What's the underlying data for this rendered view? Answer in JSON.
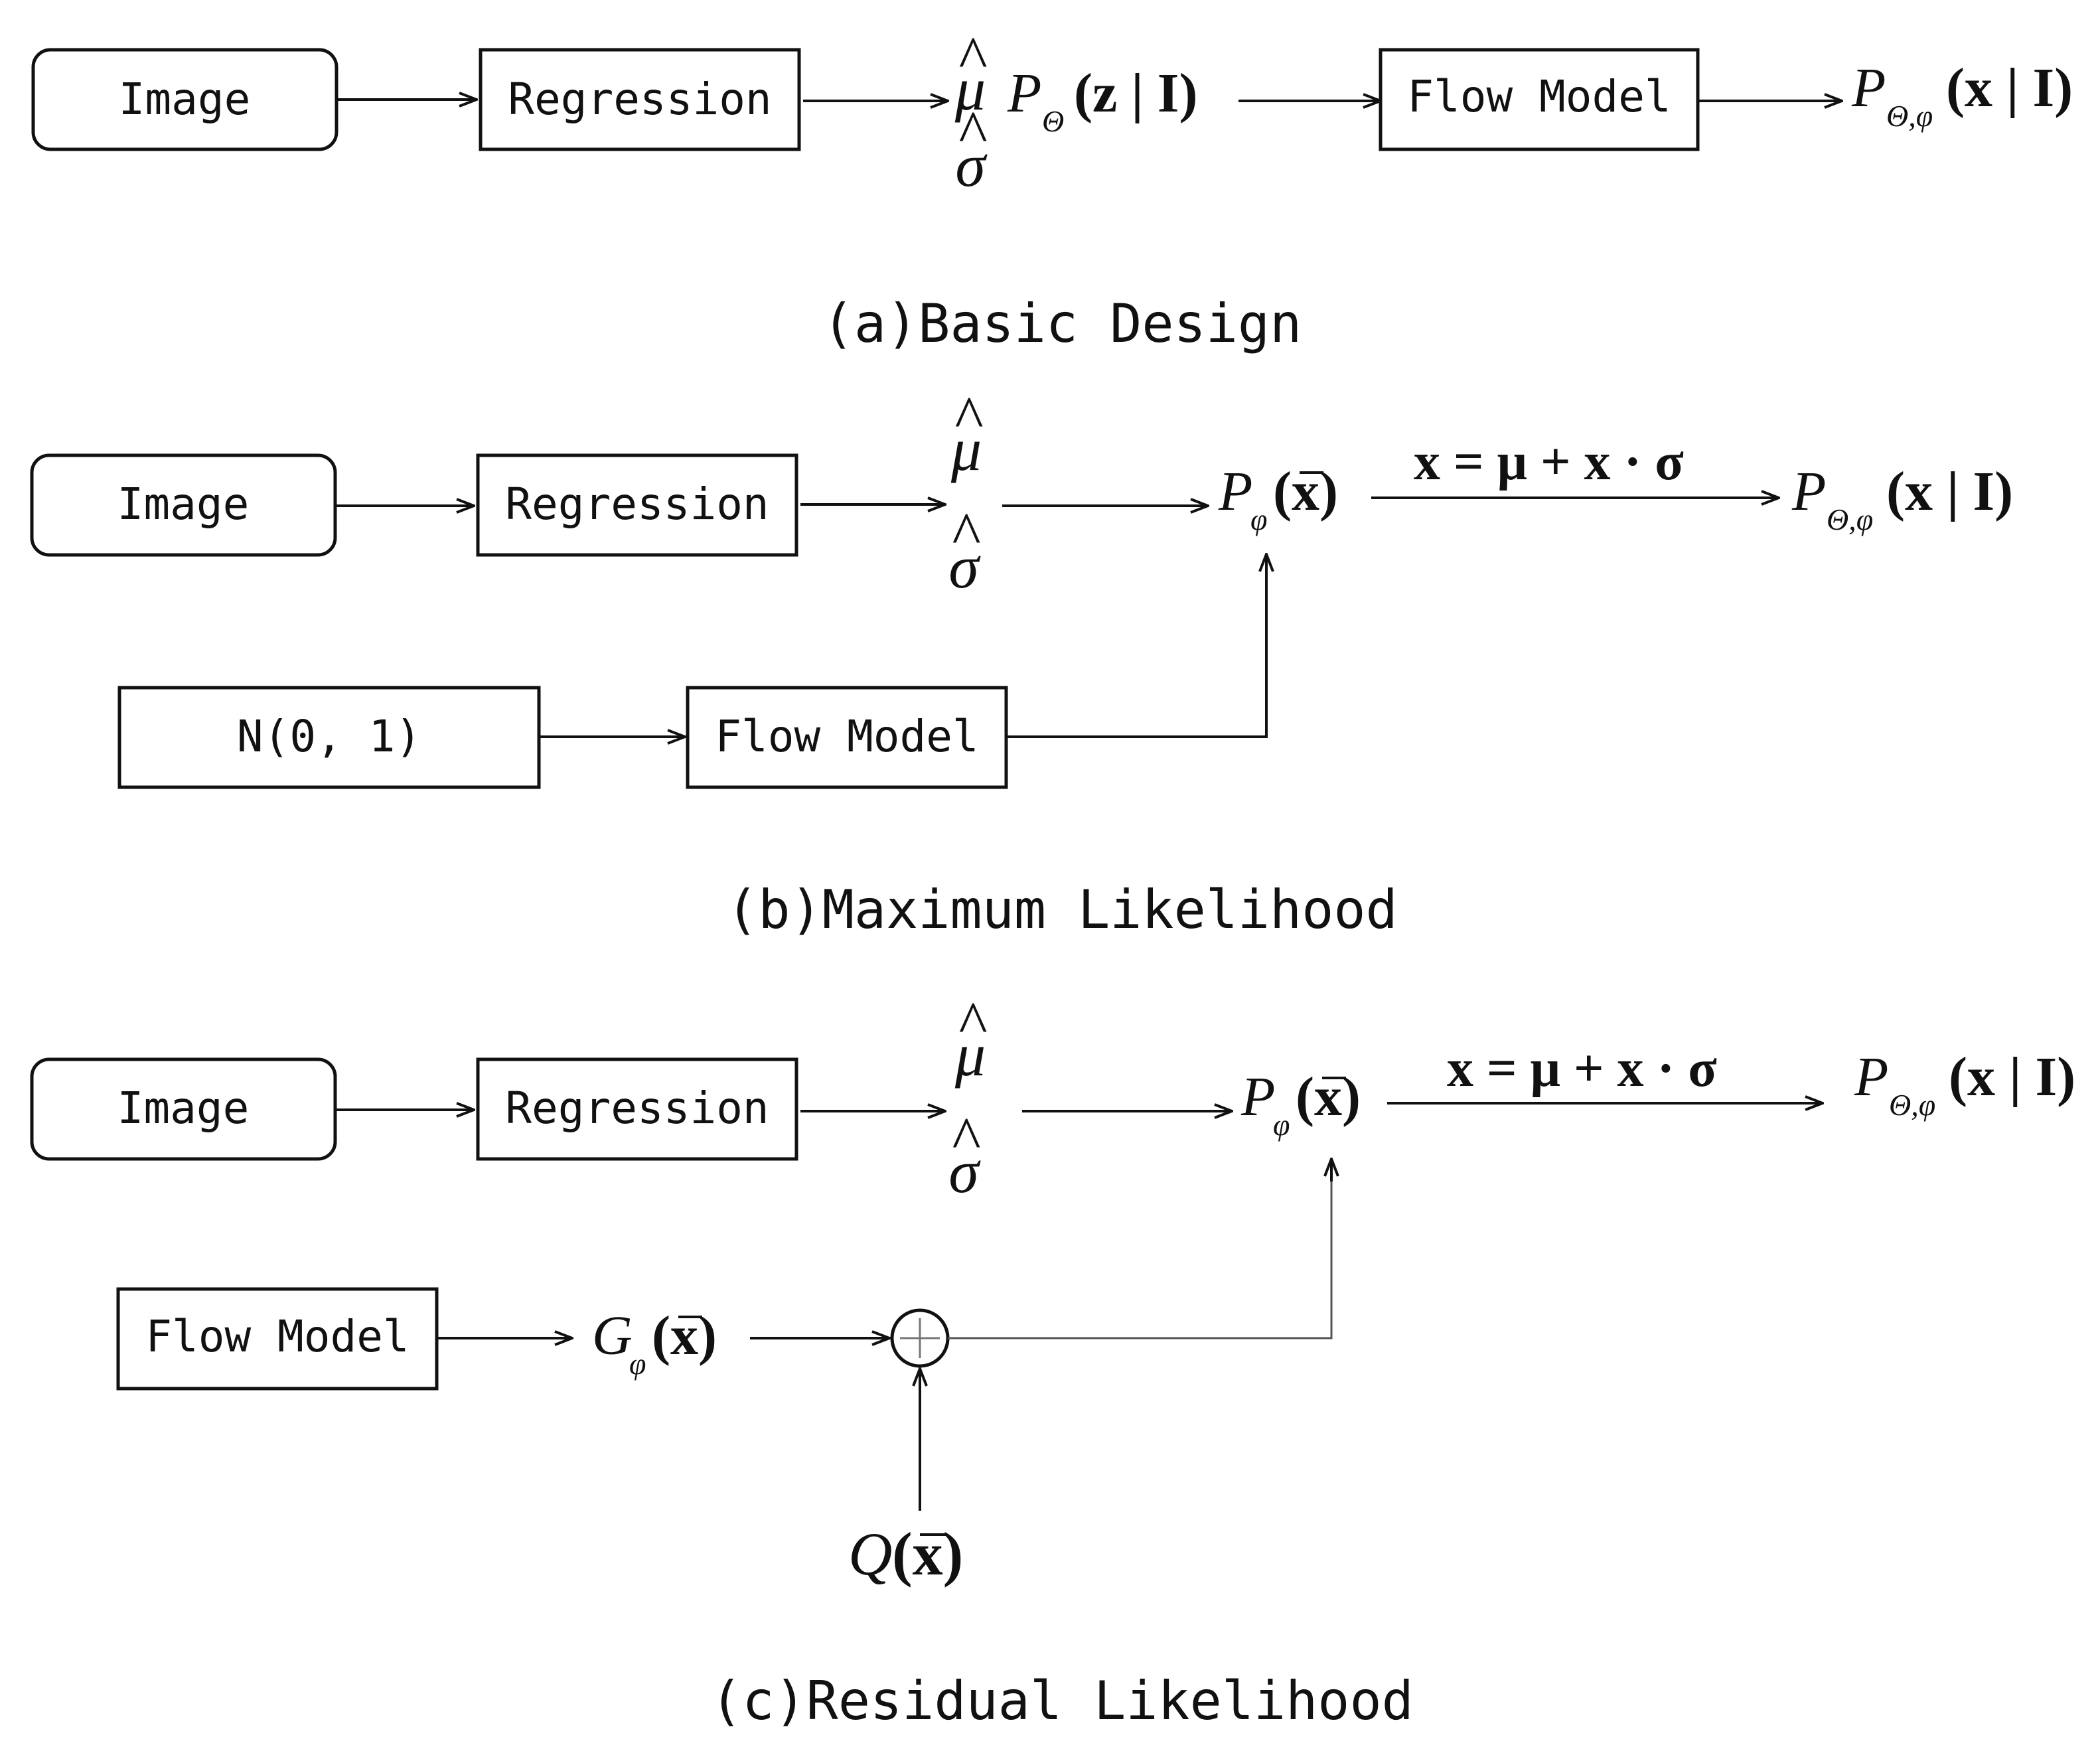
{
  "captions": {
    "a": "(a)Basic Design",
    "b": "(b)Maximum Likelihood",
    "c": "(c)Residual Likelihood"
  },
  "panel_a": {
    "image": "Image",
    "regression": "Regression",
    "flow_model": "Flow Model"
  },
  "panel_b": {
    "image": "Image",
    "regression": "Regression",
    "normal": "N(0, 1)",
    "flow_model": "Flow Model"
  },
  "panel_c": {
    "image": "Image",
    "regression": "Regression",
    "flow_model": "Flow Model"
  },
  "math": {
    "mu": "μ",
    "sigma": "σ",
    "hat": "^",
    "P": "P",
    "G": "G",
    "Q": "Q",
    "sub_theta": "Θ",
    "sub_phi": "φ",
    "sub_theta_phi": "Θ,φ",
    "z_given_I": "(z | I)",
    "x_given_I": "(x | I)",
    "xbar_paren": "(x)",
    "equation": "x = μ + x · σ"
  }
}
